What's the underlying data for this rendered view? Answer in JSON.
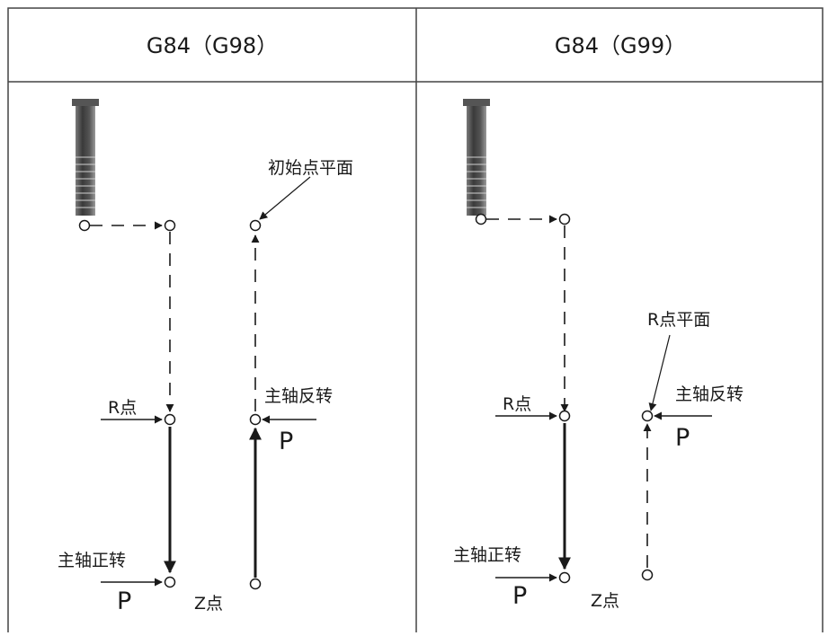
{
  "panels": [
    {
      "header": "G84（G98）",
      "labels": {
        "initial_plane": "初始点平面",
        "r_point": "R点",
        "spindle_reverse": "主轴反转",
        "p_top": "P",
        "spindle_forward": "主轴正转",
        "p_bottom": "P",
        "z_point": "Z点"
      }
    },
    {
      "header": "G84（G99）",
      "labels": {
        "r_plane": "R点平面",
        "r_point": "R点",
        "spindle_reverse": "主轴反转",
        "p_top": "P",
        "spindle_forward": "主轴正转",
        "p_bottom": "P",
        "z_point": "Z点"
      }
    }
  ]
}
